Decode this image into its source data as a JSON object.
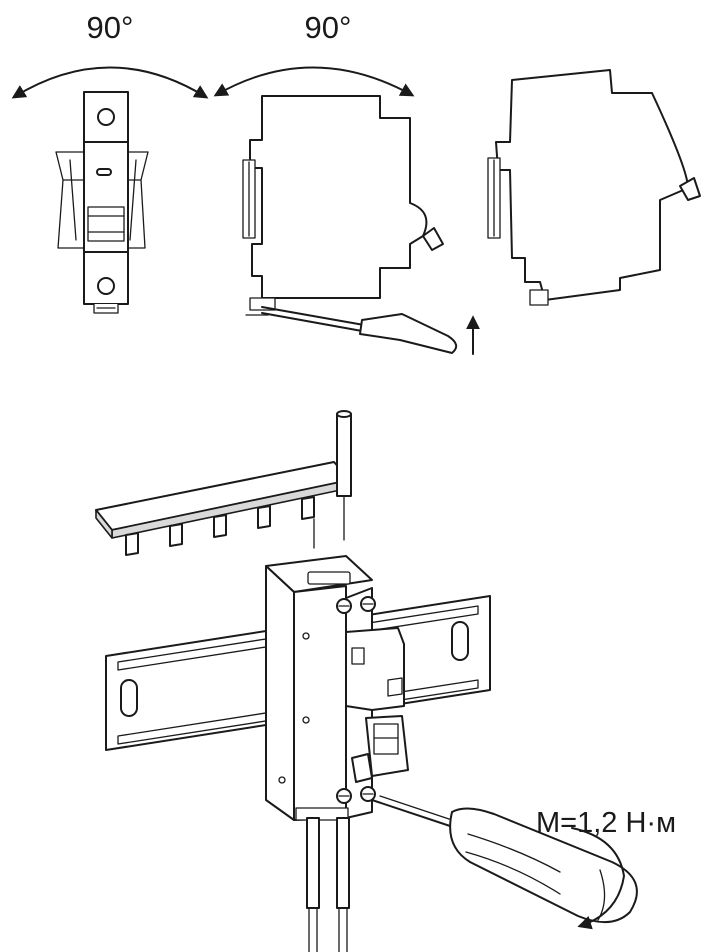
{
  "labels": {
    "angle_left": "90°",
    "angle_middle": "90°",
    "torque": "M=1,2 Н·м"
  },
  "colors": {
    "line": "#1a1a1a",
    "background": "#ffffff",
    "shade": "#d9d9d9"
  },
  "icons": {
    "rotation_arrow": "curved-double-arrow",
    "push_arrow": "arrow-up",
    "screwdriver": "screwdriver",
    "torque_arrow": "circular-arrow"
  }
}
